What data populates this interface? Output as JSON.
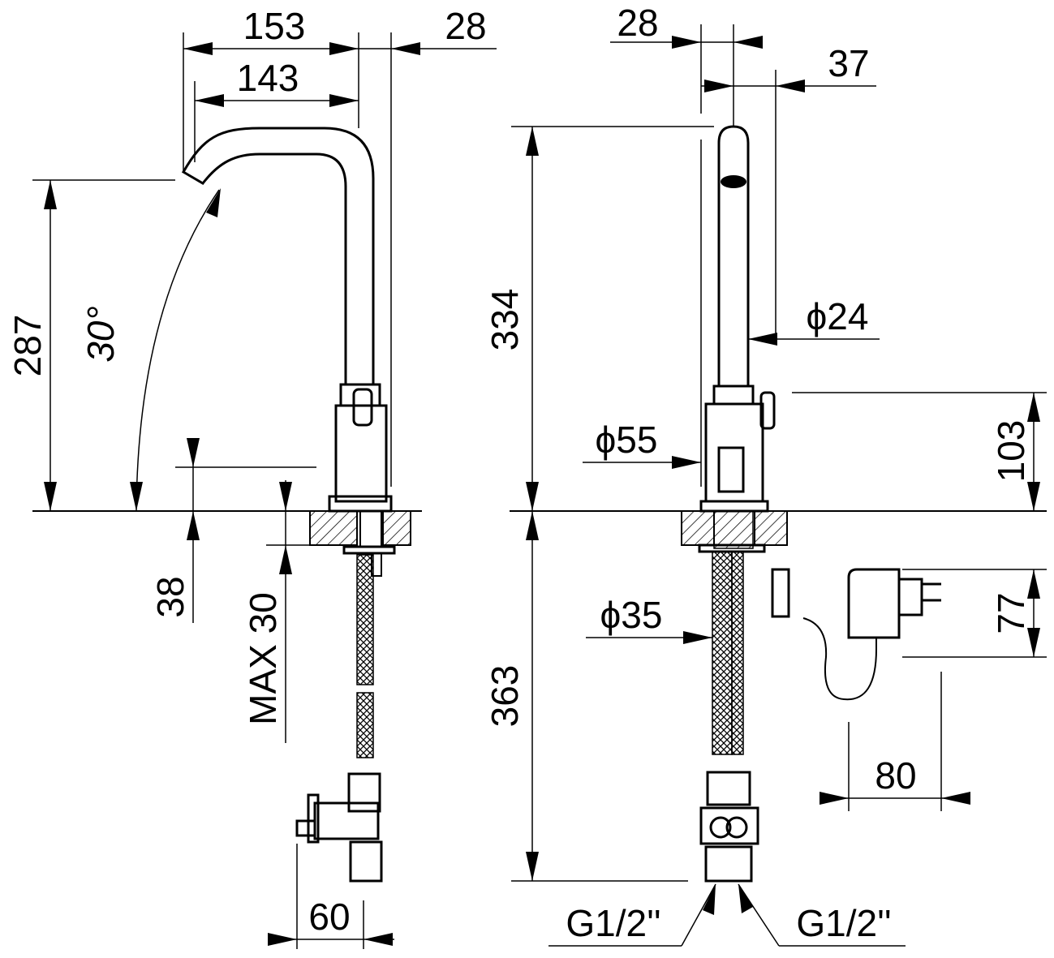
{
  "dimensions": {
    "d153": "153",
    "d143": "143",
    "d28_top_left": "28",
    "d28_top_right": "28",
    "d37": "37",
    "d287": "287",
    "d30deg": "30°",
    "d38": "38",
    "max30": "MAX 30",
    "d60": "60",
    "d334": "334",
    "d363": "363",
    "phi24": "ϕ24",
    "phi55": "ϕ55",
    "phi35": "ϕ35",
    "d103": "103",
    "d77": "77",
    "d80": "80",
    "g12_left": "G1/2''",
    "g12_right": "G1/2''"
  },
  "colors": {
    "line": "#000000",
    "background": "#ffffff"
  }
}
